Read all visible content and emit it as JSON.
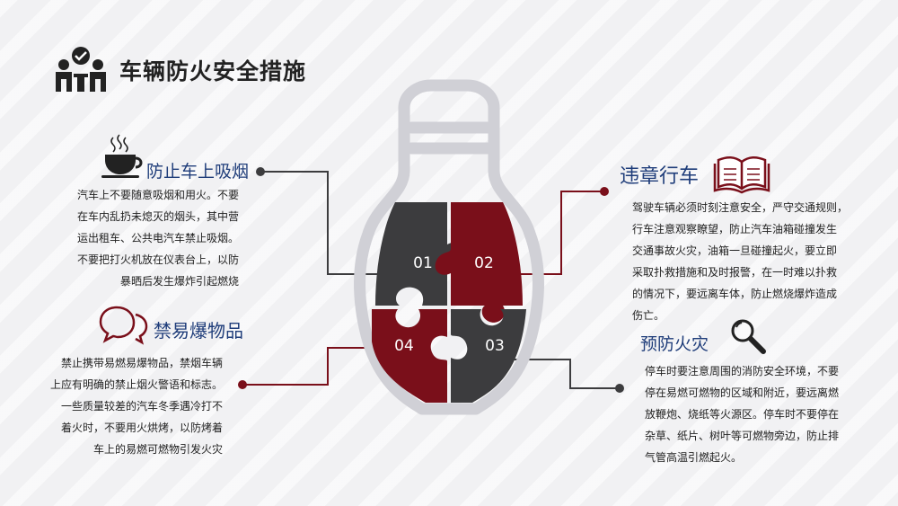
{
  "page": {
    "title": "车辆防火安全措施"
  },
  "sections": {
    "no_smoking": {
      "heading": "防止车上吸烟",
      "lines": [
        "汽车上不要随意吸烟和用火。不要",
        "在车内乱扔未熄灭的烟头，其中营",
        "运出租车、公共电汽车禁止吸烟。",
        "不要把打火机放在仪表台上，以防",
        "暴晒后发生爆炸引起燃烧"
      ]
    },
    "violation": {
      "heading": "违章行车",
      "lines": [
        "驾驶车辆必须时刻注意安全，严守交通规则，",
        "行车注意观察瞭望，防止汽车油箱碰撞发生",
        "交通事故火灾，油箱一旦碰撞起火，要立即",
        "采取扑救措施和及时报警，在一时难以扑救",
        "的情况下，要远离车体，防止燃烧爆炸造成",
        "伤亡。"
      ]
    },
    "explosives": {
      "heading": "禁易爆物品",
      "lines": [
        "禁止携带易燃易爆物品，禁烟车辆",
        "上应有明确的禁止烟火警语和标志。",
        "一些质量较差的汽车冬季遇冷打不",
        "着火时，不要用火烘烤，以防烤着",
        "车上的易燃可燃物引发火灾"
      ]
    },
    "fire_prevention": {
      "heading": "预防火灾",
      "lines": [
        "停车时要注意周围的消防安全环境，不要",
        "停在易燃可燃物的区域和附近，要远离燃",
        "放鞭炮、烧纸等火源区。停车时不要停在",
        "杂草、纸片、树叶等可燃物旁边，防止排",
        "气管高温引燃起火。"
      ]
    }
  },
  "puzzle": {
    "labels": [
      "01",
      "02",
      "03",
      "04"
    ]
  },
  "colors": {
    "dark": "#3c3c3e",
    "red": "#7a0f1a",
    "blue": "#1f3d7a",
    "bulb": "#d0d0d6"
  },
  "icons": [
    "team-check-icon",
    "coffee-cup-icon",
    "open-book-icon",
    "speech-bubbles-icon",
    "magnifier-icon"
  ]
}
